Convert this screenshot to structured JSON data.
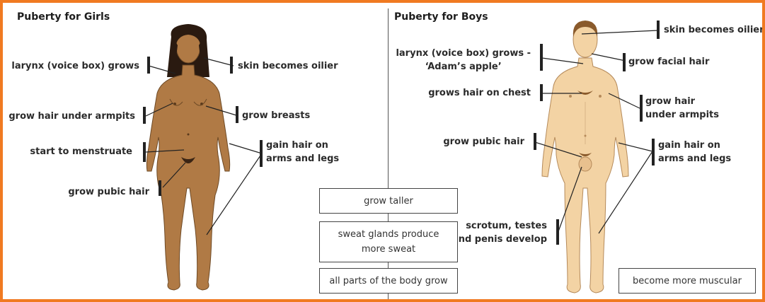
{
  "girls": {
    "title": "Puberty for Girls",
    "labels": {
      "larynx": "larynx (voice box) grows",
      "skin": "skin becomes oilier",
      "armpits": "grow hair under armpits",
      "breasts": "grow breasts",
      "menstruate": "start to menstruate",
      "limbs_line1": "gain hair on",
      "limbs_line2": "arms and legs",
      "pubic": "grow pubic hair"
    }
  },
  "boys": {
    "title": "Puberty for Boys",
    "labels": {
      "skin": "skin becomes oilier",
      "larynx_line1": "larynx (voice box) grows -",
      "larynx_line2": "‘Adam’s apple’",
      "facial": "grow facial hair",
      "chest": "grows hair on chest",
      "armpits_line1": "grow hair",
      "armpits_line2": "under armpits",
      "pubic": "grow pubic hair",
      "limbs_line1": "gain hair on",
      "limbs_line2": "arms and legs",
      "genitals_line1": "scrotum, testes",
      "genitals_line2": "and penis develop",
      "muscular": "become more muscular"
    }
  },
  "shared": {
    "taller": "grow taller",
    "sweat_line1": "sweat glands produce",
    "sweat_line2": "more sweat",
    "body": "all parts of the body grow"
  },
  "colors": {
    "border": "#f07a21",
    "girl_skin": "#b07a45",
    "girl_hair": "#2a1a10",
    "boy_skin": "#f3d3a4",
    "boy_hair": "#8a5a2b",
    "leader": "#222222"
  }
}
